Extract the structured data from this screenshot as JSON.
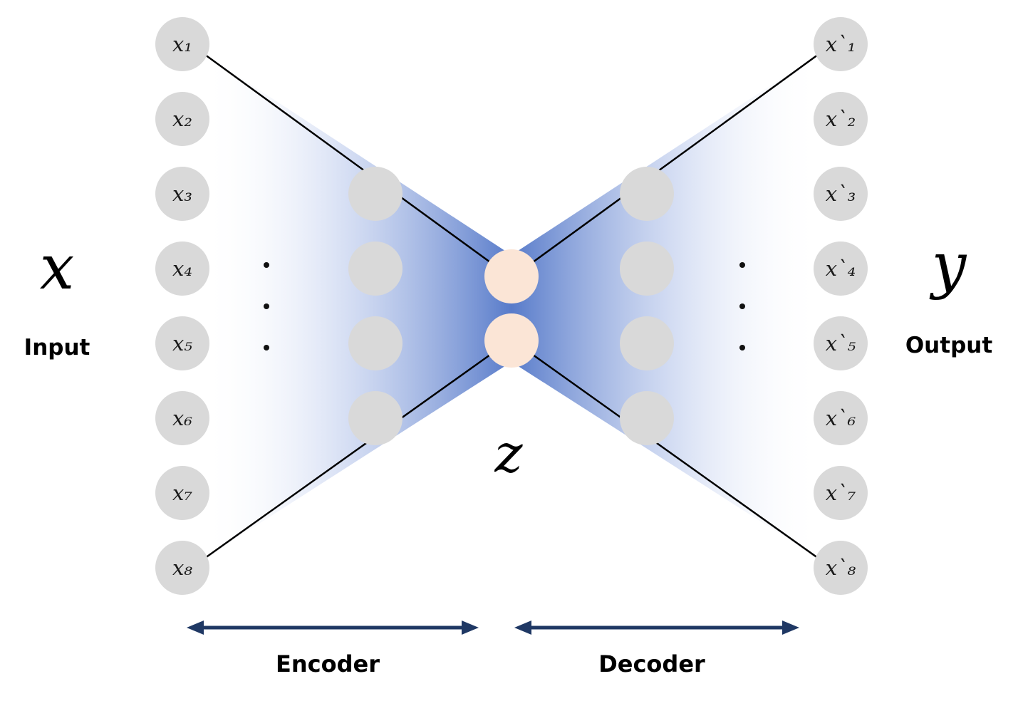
{
  "diagram": {
    "type": "autoencoder-architecture",
    "input": {
      "symbol": "x",
      "caption": "Input",
      "nodes": [
        "x₁",
        "x₂",
        "x₃",
        "x₄",
        "x₅",
        "x₆",
        "x₇",
        "x₈"
      ]
    },
    "encoder": {
      "label": "Encoder",
      "hidden_node_count": 4,
      "ellipsis": "⋮"
    },
    "latent": {
      "symbol": "z",
      "node_count": 2
    },
    "decoder": {
      "label": "Decoder",
      "hidden_node_count": 4,
      "ellipsis": "⋮"
    },
    "output": {
      "symbol": "y",
      "caption": "Output",
      "nodes": [
        "x`₁",
        "x`₂",
        "x`₃",
        "x`₄",
        "x`₅",
        "x`₆",
        "x`₇",
        "x`₈"
      ]
    },
    "colors": {
      "node_gray": "#d9d9d9",
      "latent_peach": "#fbe5d6",
      "funnel_blue": "#4f74c7",
      "arrow_navy": "#1f3864",
      "edge_black": "#000000"
    }
  }
}
